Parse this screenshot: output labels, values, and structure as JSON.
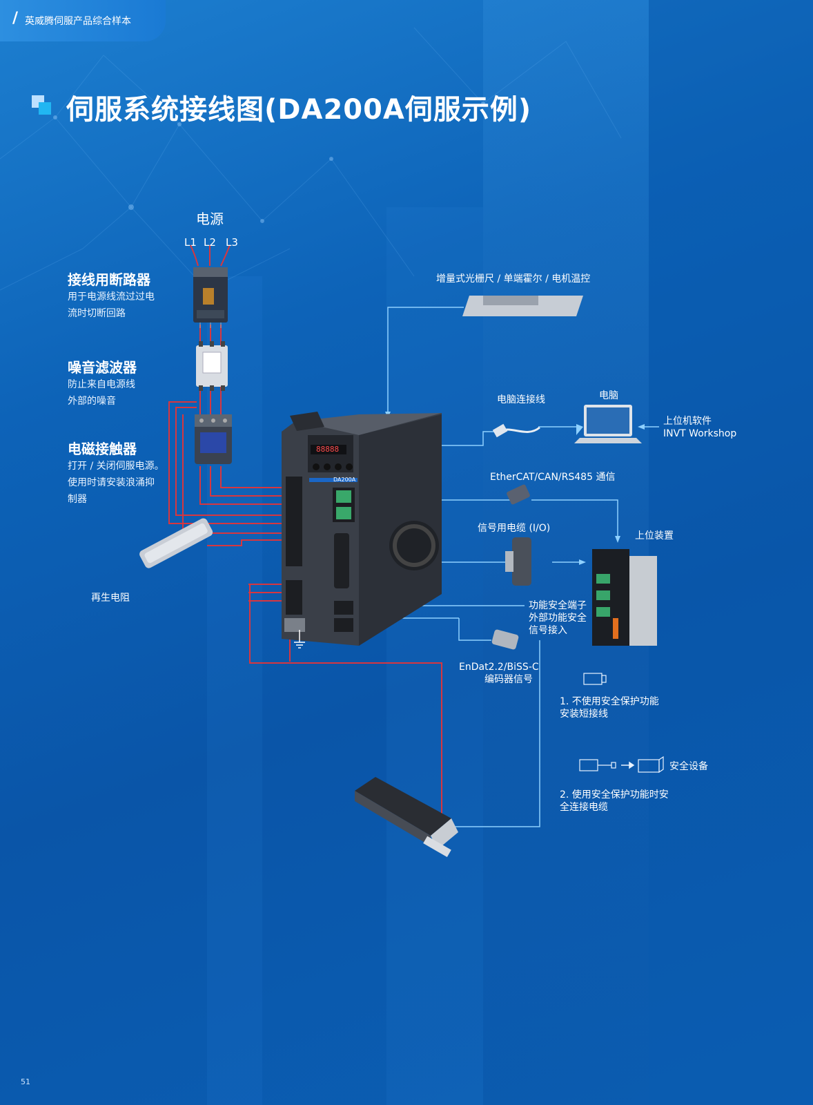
{
  "header": {
    "tab_text": "英威腾伺服产品综合样本"
  },
  "page": {
    "title": "伺服系统接线图(DA200A伺服示例)",
    "number": "51"
  },
  "power": {
    "label": "电源",
    "phases": [
      "L1",
      "L2",
      "L3"
    ]
  },
  "breaker": {
    "title": "接线用断路器",
    "desc_lines": [
      "用于电源线流过过电",
      "流时切断回路"
    ]
  },
  "filter": {
    "title": "噪音滤波器",
    "desc_lines": [
      "防止来自电源线",
      "外部的噪音"
    ]
  },
  "contactor": {
    "title": "电磁接触器",
    "desc_lines": [
      "打开 / 关闭伺服电源。",
      "使用时请安装浪涌抑",
      "制器"
    ]
  },
  "resistor": {
    "label": "再生电阻"
  },
  "encoder_top": {
    "label": "增量式光栅尺 / 单端霍尔 / 电机温控"
  },
  "pc_cable": {
    "label": "电脑连接线"
  },
  "pc": {
    "label": "电脑"
  },
  "software": {
    "lines": [
      "上位机软件",
      "INVT Workshop"
    ]
  },
  "comm": {
    "label": "EtherCAT/CAN/RS485 通信"
  },
  "io_cable": {
    "label": "信号用电缆 (I/O)"
  },
  "host": {
    "label": "上位装置"
  },
  "safety_terminal": {
    "lines": [
      "功能安全端子",
      "外部功能安全",
      "信号接入"
    ]
  },
  "encoder_signal": {
    "lines": [
      "EnDat2.2/BiSS-C",
      "编码器信号"
    ]
  },
  "option1": {
    "lines": [
      "1. 不使用安全保护功能",
      "安装短接线"
    ]
  },
  "safety_device": {
    "label": "安全设备"
  },
  "option2": {
    "lines": [
      "2. 使用安全保护功能时安",
      "全连接电缆"
    ]
  },
  "drive": {
    "model": "DA200A",
    "display": "88888"
  }
}
